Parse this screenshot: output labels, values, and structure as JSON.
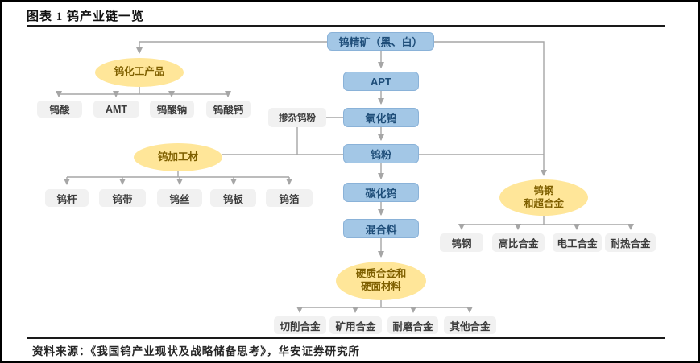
{
  "title": "图表 1 钨产业链一览",
  "source": "资料来源：《我国钨产业现状及战略储备思考》，华安证券研究所",
  "colors": {
    "node_blue": "#A3C7E6",
    "node_blue_text": "#1F4E79",
    "ellipse_yellow": "#FFE699",
    "ellipse_text": "#7F6000",
    "gray_box": "#F1F1F1",
    "gray_text": "#3B3B3B",
    "connector": "#A6A6A6"
  },
  "main_chain": [
    "钨精矿（黑、白）",
    "APT",
    "氧化钨",
    "钨粉",
    "碳化钨",
    "混合料"
  ],
  "doped_powder": "掺杂钨粉",
  "groups": [
    {
      "label": "钨化工产品",
      "children": [
        "钨酸",
        "AMT",
        "钨酸钠",
        "钨酸钙"
      ]
    },
    {
      "label": "钨加工材",
      "children": [
        "钨杆",
        "钨带",
        "钨丝",
        "钨板",
        "钨箔"
      ]
    },
    {
      "label": "钨钢\n和超合金",
      "children": [
        "钨钢",
        "高比合金",
        "电工合金",
        "耐热合金"
      ]
    },
    {
      "label": "硬质合金和\n硬面材料",
      "children": [
        "切削合金",
        "矿用合金",
        "耐磨合金",
        "其他合金"
      ]
    }
  ]
}
